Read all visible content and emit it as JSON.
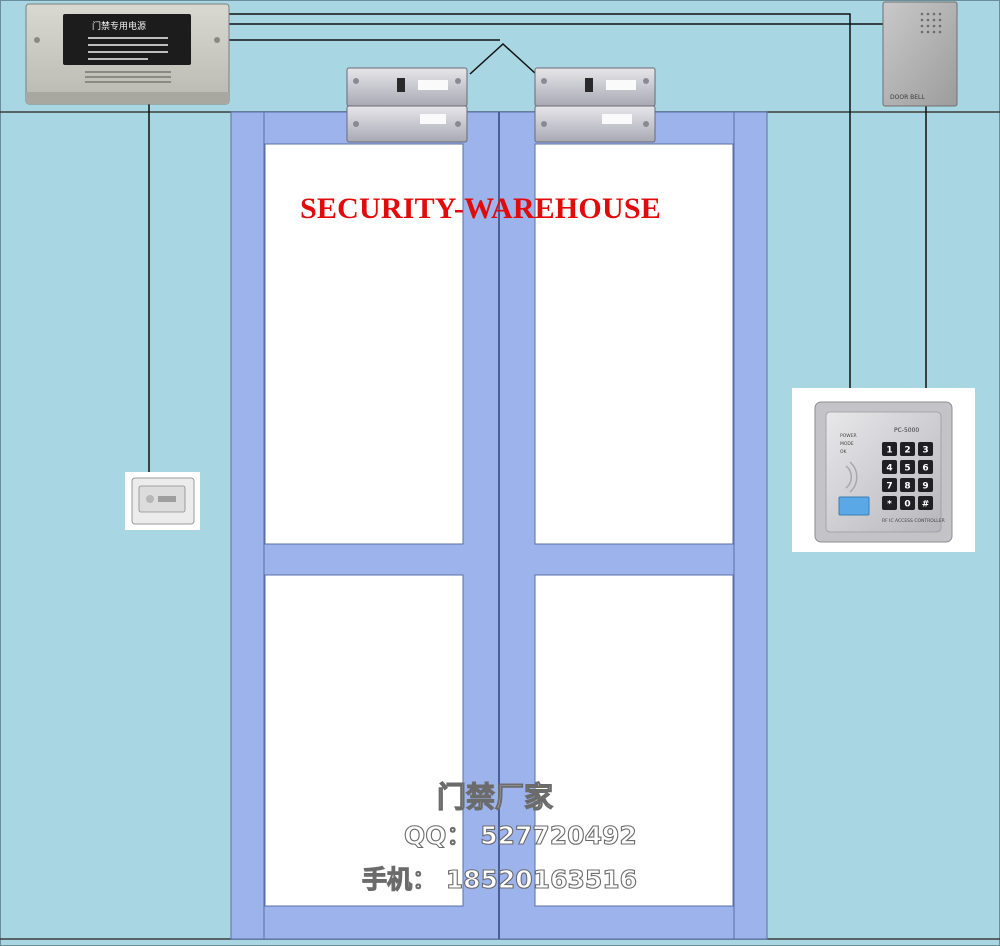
{
  "brand": {
    "text": "SECURITY-WAREHOUSE",
    "color": "#e10b0b"
  },
  "power_supply": {
    "label": "门禁专用电源"
  },
  "doorbell": {
    "label": "DOOR BELL"
  },
  "keypad": {
    "model": "PC-5000",
    "status_labels": [
      "POWER",
      "MODE",
      "OK"
    ],
    "keys": [
      "1",
      "2",
      "3",
      "4",
      "5",
      "6",
      "7",
      "8",
      "9",
      "*",
      "0",
      "#"
    ],
    "footer": "RF IC ACCESS CONTROLLER"
  },
  "contact": {
    "title": "门禁厂家",
    "qq": "QQ：  527720492",
    "phone": "手机：  18520163516"
  },
  "colors": {
    "wall": "#a8d7e3",
    "door_frame": "#9db3ec",
    "glass": "#ffffff",
    "wire": "#111111"
  }
}
